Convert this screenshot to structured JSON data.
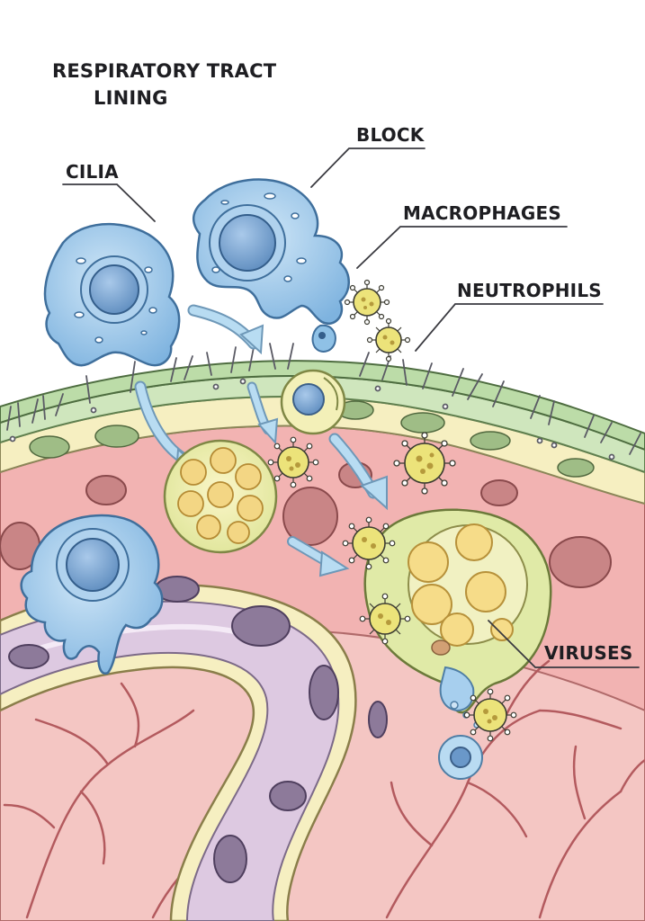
{
  "title": {
    "line1": "RESPIRATORY TRACT",
    "line2": "LINING"
  },
  "labels": {
    "cilia": "CILIA",
    "block": "BLOCK",
    "macrophages": "MACROPHAGES",
    "neutrophils": "NEUTROPHILS",
    "viruses": "VIRUSES"
  },
  "colors": {
    "background": "#ffffff",
    "tissue_pink": "#f2b3b2",
    "deep_tissue": "#f3c2c0",
    "mucosa_green": "#cfe6bd",
    "mucosa_yellow": "#f6efc1",
    "vessel_purple": "#d9c7df",
    "cell_blue": "#8fc1e6",
    "nucleus_blue": "#6a98c9",
    "virus_yellow": "#ece37a",
    "arrow_blue": "#b8dcf2",
    "outline": "#3b3b45"
  }
}
